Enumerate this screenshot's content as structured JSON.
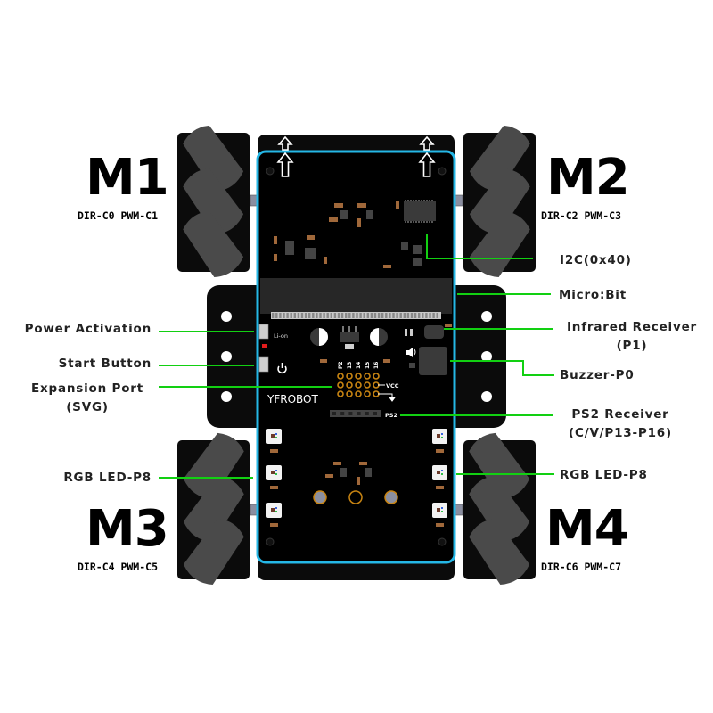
{
  "title": "YFROBOT Mecanum Car Board Pinout",
  "colors": {
    "board": "#000000",
    "board_outline": "#25b7e6",
    "wheel_body": "#0b0b0b",
    "wheel_roller": "#4a4a4a",
    "leader_line": "#12d012",
    "pad_copper": "#c98512",
    "smd_resistor": "#a0683a",
    "label_text": "#222222"
  },
  "motors": [
    {
      "id": "m1",
      "name": "M1",
      "pins": "DIR-C0 PWM-C1"
    },
    {
      "id": "m2",
      "name": "M2",
      "pins": "DIR-C2 PWM-C3"
    },
    {
      "id": "m3",
      "name": "M3",
      "pins": "DIR-C4 PWM-C5"
    },
    {
      "id": "m4",
      "name": "M4",
      "pins": "DIR-C6 PWM-C7"
    }
  ],
  "labels": {
    "i2c": "I2C(0x40)",
    "microbit": "Micro:Bit",
    "infrared_line1": "Infrared Receiver",
    "infrared_line2": "(P1)",
    "buzzer": "Buzzer-P0",
    "ps2_line1": "PS2 Receiver",
    "ps2_line2": "(C/V/P13-P16)",
    "power": "Power Activation",
    "start": "Start Button",
    "expansion_line1": "Expansion Port",
    "expansion_line2": "(SVG)",
    "rgb_left": "RGB LED-P8",
    "rgb_right": "RGB LED-P8"
  },
  "board_text": {
    "brand": "YFROBOT",
    "battery": "Li-on",
    "vcc": "VCC",
    "ps2": "PS2",
    "header_pins": [
      "P2",
      "13",
      "14",
      "15",
      "16"
    ]
  }
}
